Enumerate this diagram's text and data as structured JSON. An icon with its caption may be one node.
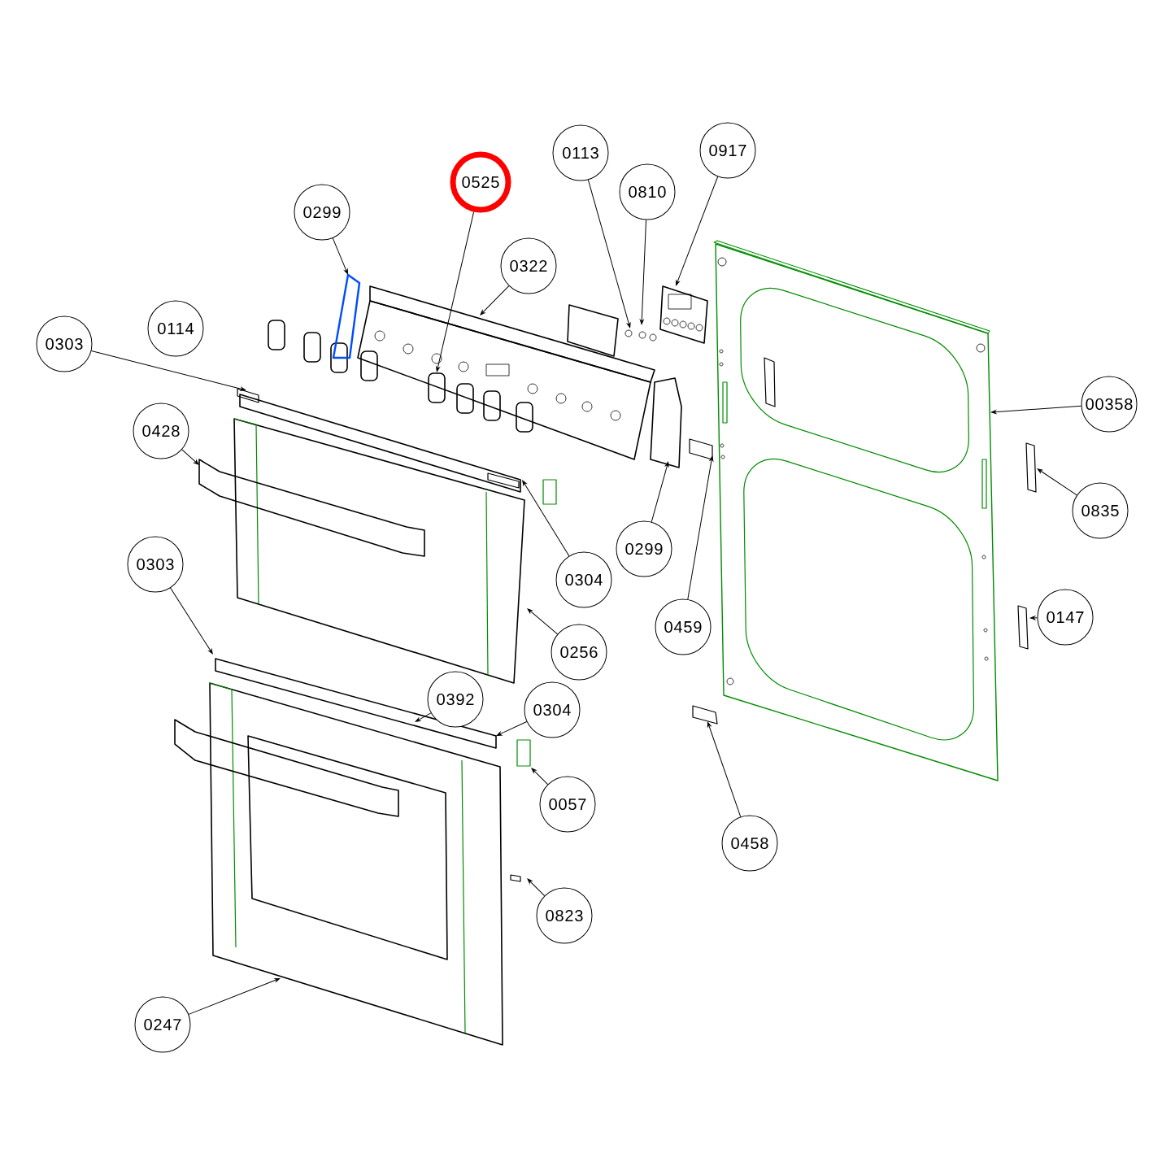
{
  "diagram": {
    "nodes": [
      {
        "text": [
          "0303"
        ]
      },
      {
        "text": [
          "0114"
        ]
      },
      {
        "text": [
          "0299"
        ]
      },
      {
        "text": [
          "0525"
        ]
      },
      {
        "text": [
          "0322"
        ]
      },
      {
        "text": [
          "0113"
        ]
      },
      {
        "text": [
          "0810"
        ]
      },
      {
        "text": [
          "0917"
        ]
      },
      {
        "text": [
          "0428"
        ]
      },
      {
        "text": [
          "00358"
        ]
      },
      {
        "text": [
          "0835"
        ]
      },
      {
        "text": [
          "0304"
        ]
      },
      {
        "text": [
          "0299"
        ]
      },
      {
        "text": [
          "0303"
        ]
      },
      {
        "text": [
          "0256"
        ]
      },
      {
        "text": [
          "0459"
        ]
      },
      {
        "text": [
          "0147"
        ]
      },
      {
        "text": [
          "0392"
        ]
      },
      {
        "text": [
          "0304"
        ]
      },
      {
        "text": [
          "0057"
        ]
      },
      {
        "text": [
          "0458"
        ]
      },
      {
        "text": [
          "0823"
        ]
      },
      {
        "text": [
          "0247"
        ]
      }
    ],
    "edges": [
      {
        "from": 0,
        "to": null,
        "arrow": "to"
      },
      {
        "from": 2,
        "to": null,
        "arrow": "to"
      },
      {
        "from": 3,
        "to": null,
        "arrow": "to"
      },
      {
        "from": 4,
        "to": null,
        "arrow": "to"
      },
      {
        "from": 5,
        "to": null,
        "arrow": "to"
      },
      {
        "from": 6,
        "to": null,
        "arrow": "to"
      },
      {
        "from": 7,
        "to": null,
        "arrow": "to"
      },
      {
        "from": 8,
        "to": null,
        "arrow": "to"
      },
      {
        "from": 9,
        "to": null,
        "arrow": "to"
      },
      {
        "from": 10,
        "to": null,
        "arrow": "to"
      },
      {
        "from": 11,
        "to": null,
        "arrow": "to"
      },
      {
        "from": 12,
        "to": null,
        "arrow": "to"
      },
      {
        "from": 13,
        "to": null,
        "arrow": "to"
      },
      {
        "from": 14,
        "to": null,
        "arrow": "to"
      },
      {
        "from": 15,
        "to": null,
        "arrow": "to"
      },
      {
        "from": 16,
        "to": null,
        "arrow": "to"
      },
      {
        "from": 17,
        "to": null,
        "arrow": "to"
      },
      {
        "from": 18,
        "to": null,
        "arrow": "to"
      },
      {
        "from": 19,
        "to": null,
        "arrow": "to"
      },
      {
        "from": 20,
        "to": null,
        "arrow": "to"
      },
      {
        "from": 21,
        "to": null,
        "arrow": "to"
      },
      {
        "from": 22,
        "to": null,
        "arrow": "to"
      }
    ]
  }
}
